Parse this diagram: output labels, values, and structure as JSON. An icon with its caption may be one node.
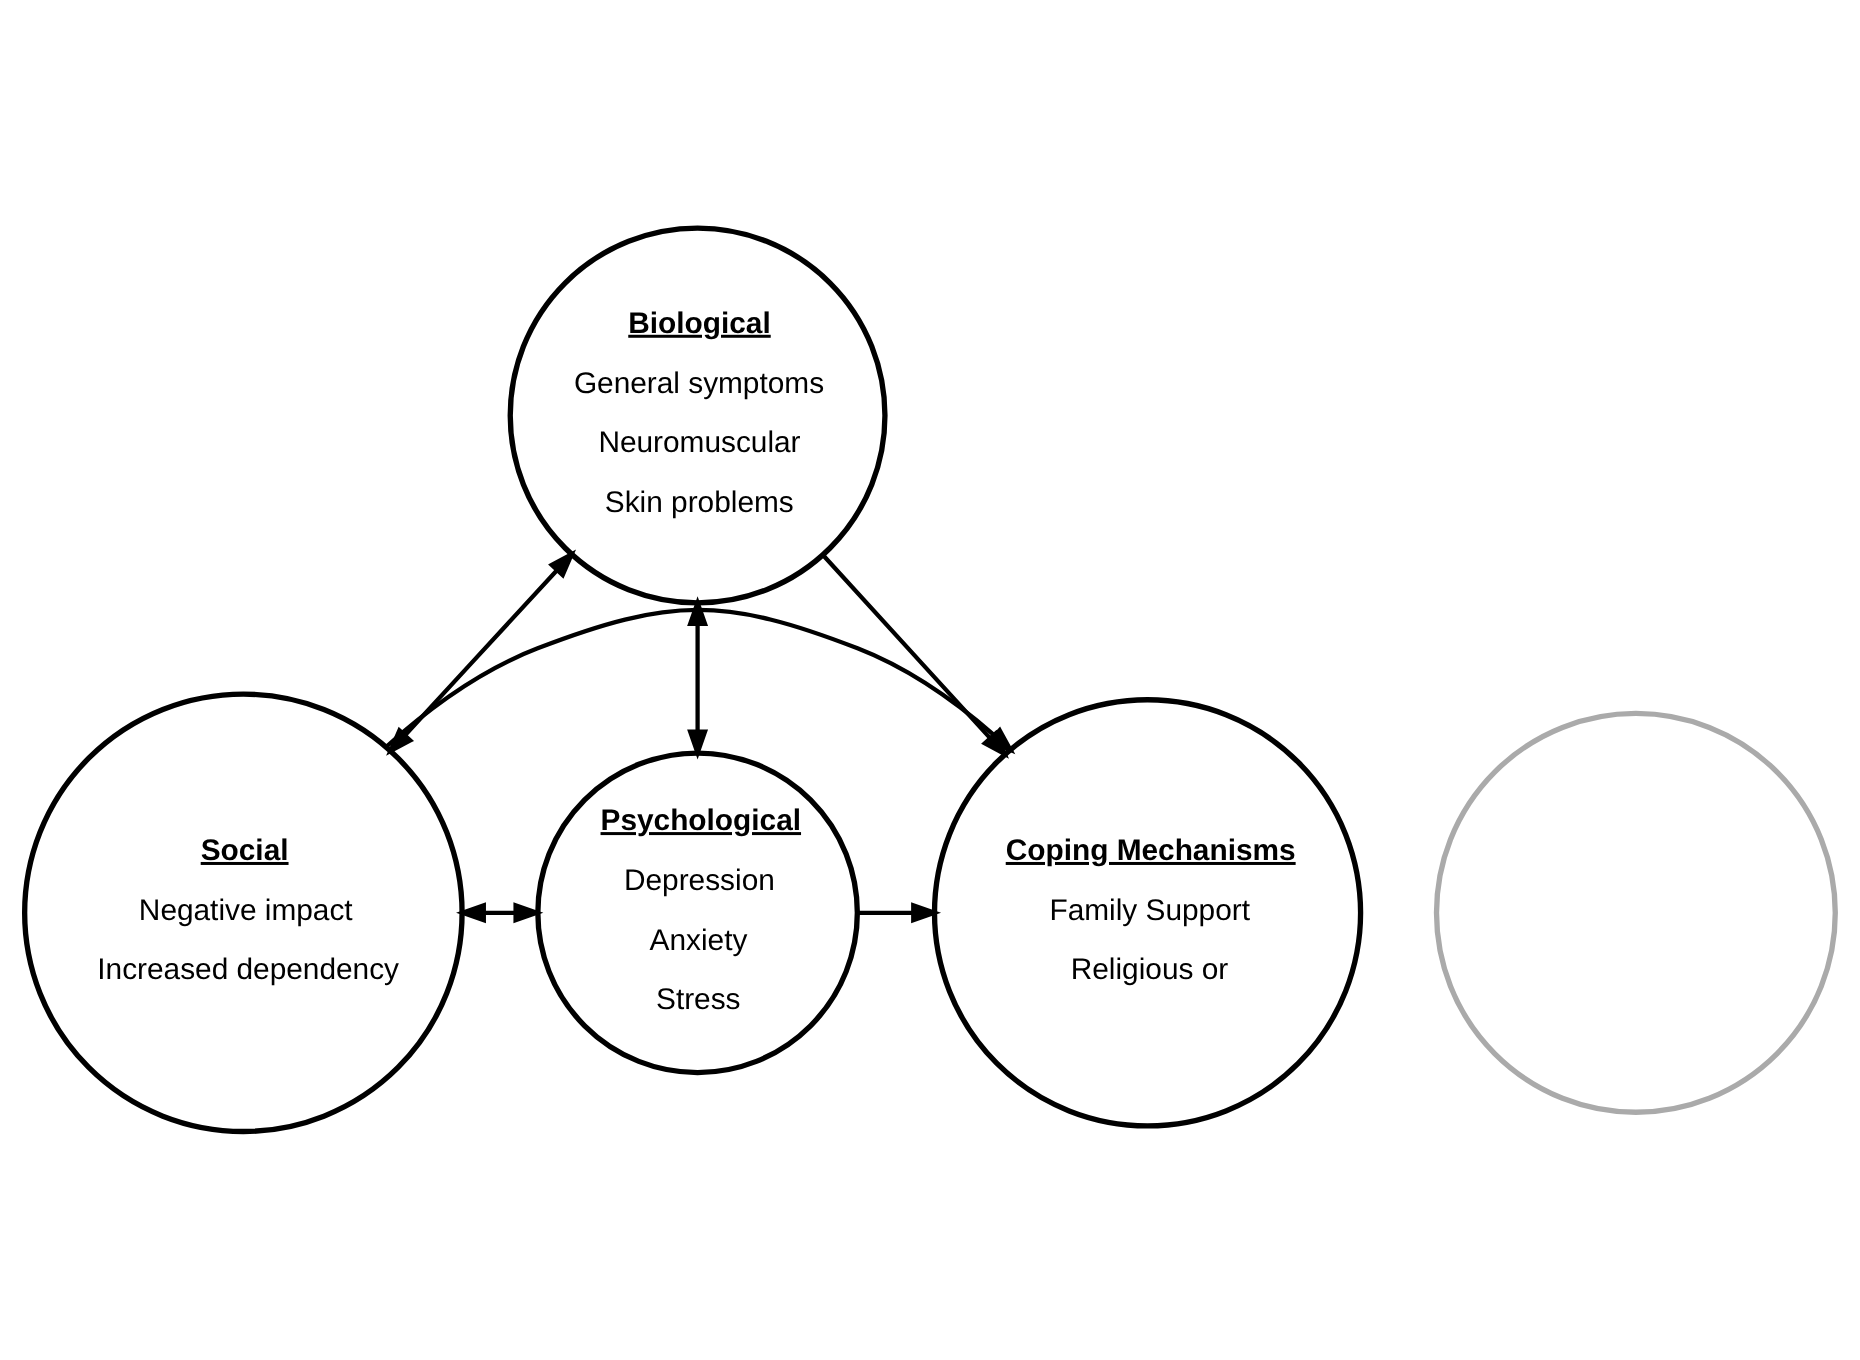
{
  "diagram": {
    "nodes": [
      {
        "text": [
          "Biological",
          "General symptoms",
          "Neuromuscular",
          "Skin problems"
        ]
      },
      {
        "text": [
          "Social",
          "Negative impact",
          "Increased dependency"
        ]
      },
      {
        "text": [],
        "shape": "circle"
      },
      {
        "text": [
          "Coping Mechanisms",
          "Family Support",
          "Religious or"
        ]
      },
      {
        "text": [
          "Psychological",
          "Depression",
          "Anxiety",
          "Stress"
        ]
      }
    ],
    "edges": [
      {
        "from": 0,
        "to": 1,
        "arrow": "both"
      },
      {
        "from": 0,
        "to": 4,
        "arrow": "both"
      },
      {
        "from": 0,
        "to": 3,
        "arrow": "to"
      },
      {
        "from": 1,
        "to": 3,
        "arrow": "to"
      },
      {
        "from": 4,
        "to": 3,
        "arrow": "to"
      },
      {
        "from": 1,
        "to": 4,
        "arrow": "both"
      }
    ]
  }
}
